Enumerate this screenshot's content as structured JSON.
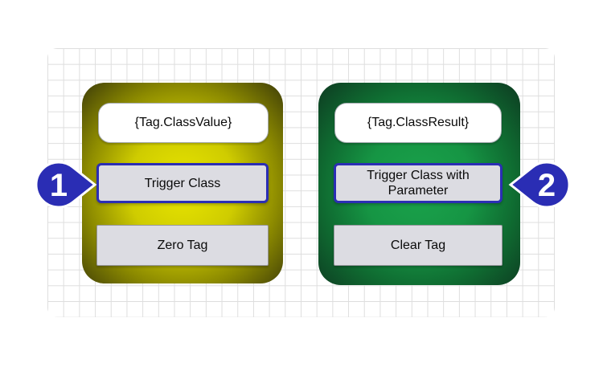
{
  "canvas": {
    "background": "#ffffff",
    "grid_line_color": "#dedede"
  },
  "panels": [
    {
      "name": "class-value-panel",
      "field_text": "{Tag.ClassValue}",
      "buttons": [
        {
          "label": "Trigger Class",
          "highlighted": true
        },
        {
          "label": "Zero Tag",
          "highlighted": false
        }
      ],
      "gradient_center": "#e9e600",
      "gradient_mid1": "#cfcc00",
      "gradient_mid2": "#8c8a00",
      "gradient_edge": "#3d3c08"
    },
    {
      "name": "class-result-panel",
      "field_text": "{Tag.ClassResult}",
      "buttons": [
        {
          "label": "Trigger Class with Parameter",
          "highlighted": true
        },
        {
          "label": "Clear Tag",
          "highlighted": false
        }
      ],
      "gradient_center": "#1aa34c",
      "gradient_mid1": "#169544",
      "gradient_mid2": "#0f6b31",
      "gradient_edge": "#0e3a21"
    }
  ],
  "callouts": [
    {
      "number": "1",
      "direction": "right",
      "color": "#2a2db4",
      "outline": "#ffffff"
    },
    {
      "number": "2",
      "direction": "left",
      "color": "#2a2db4",
      "outline": "#ffffff"
    }
  ],
  "colors": {
    "button_fill": "#dcdce2",
    "highlight_border": "#2b2eb4",
    "plain_border": "#97979d",
    "field_border": "#a8adb3",
    "grid_line": "#dedede",
    "callout_blue": "#2a2db4"
  }
}
